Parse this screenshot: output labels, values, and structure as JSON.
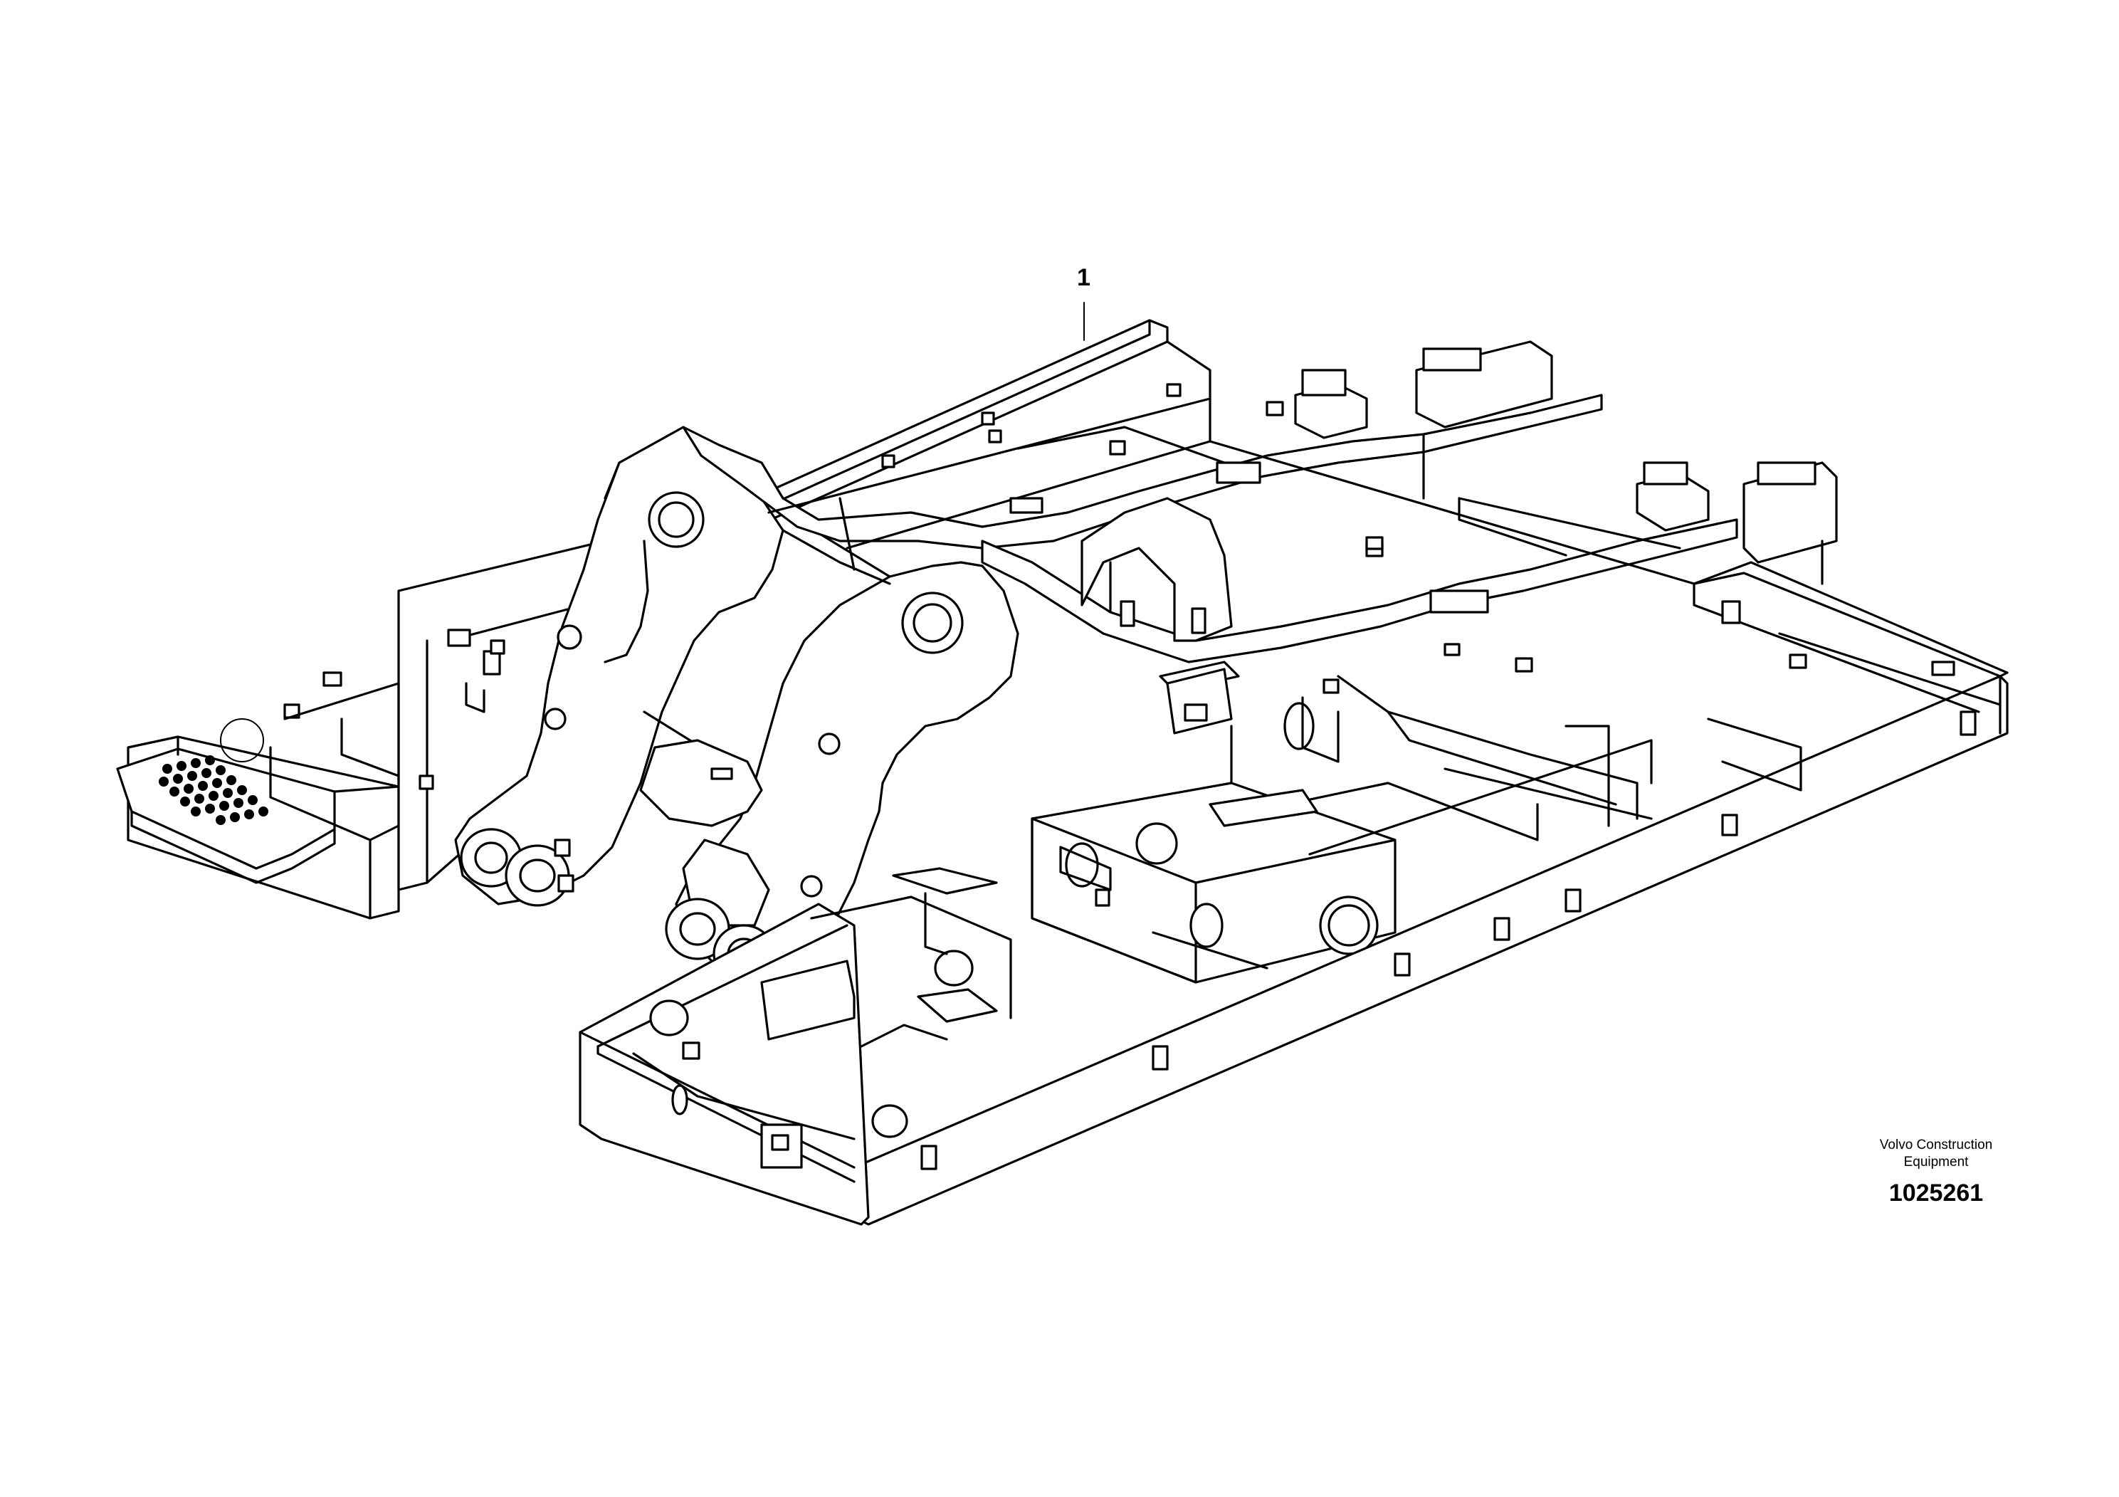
{
  "callouts": [
    {
      "number": "1"
    }
  ],
  "publisher": {
    "line1": "Volvo Construction",
    "line2": "Equipment"
  },
  "illustration_number": "1025261"
}
